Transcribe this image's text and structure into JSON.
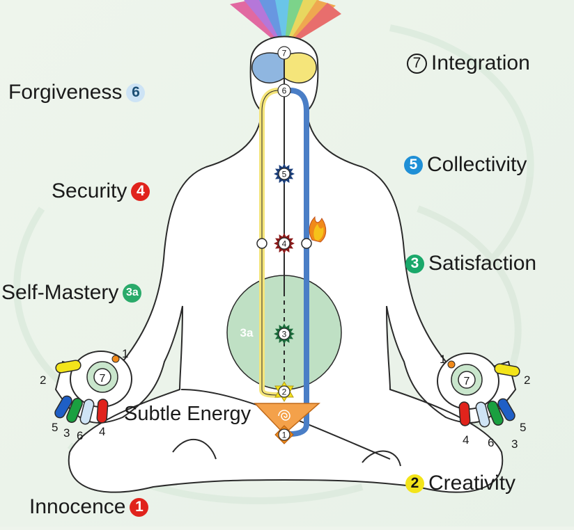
{
  "qualities": [
    {
      "label": "Integration",
      "badge": "7",
      "color": "#ffffff",
      "style": "outline"
    },
    {
      "label": "Forgiveness",
      "badge": "6",
      "color": "#cde3f5",
      "style": "light"
    },
    {
      "label": "Collectivity",
      "badge": "5",
      "color": "#1f8fd6",
      "style": "solid"
    },
    {
      "label": "Security",
      "badge": "4",
      "color": "#e0231c",
      "style": "solid"
    },
    {
      "label": "Satisfaction",
      "badge": "3",
      "color": "#1aa86a",
      "style": "solid"
    },
    {
      "label": "Self-Mastery",
      "badge": "3a",
      "color": "#2aaa6a",
      "style": "small"
    },
    {
      "label": "Creativity",
      "badge": "2",
      "color": "#f3e41a",
      "style": "dark"
    },
    {
      "label": "Innocence",
      "badge": "1",
      "color": "#e0231c",
      "style": "solid"
    }
  ],
  "figure": {
    "subtle_energy_label": "Subtle Energy",
    "void_label": "3a",
    "centre_numbers": [
      "7",
      "6",
      "5",
      "4",
      "3",
      "2",
      "1"
    ],
    "left_hand_fingers": [
      "1",
      "2",
      "3",
      "4",
      "5",
      "6"
    ],
    "right_hand_fingers": [
      "1",
      "2",
      "3",
      "4",
      "5",
      "6"
    ],
    "palm_centre": "7"
  },
  "colors": {
    "left_channel": "#f5e57a",
    "right_channel": "#4a7ec6",
    "void": "#bfe0c4",
    "outline": "#2a2a2a"
  }
}
